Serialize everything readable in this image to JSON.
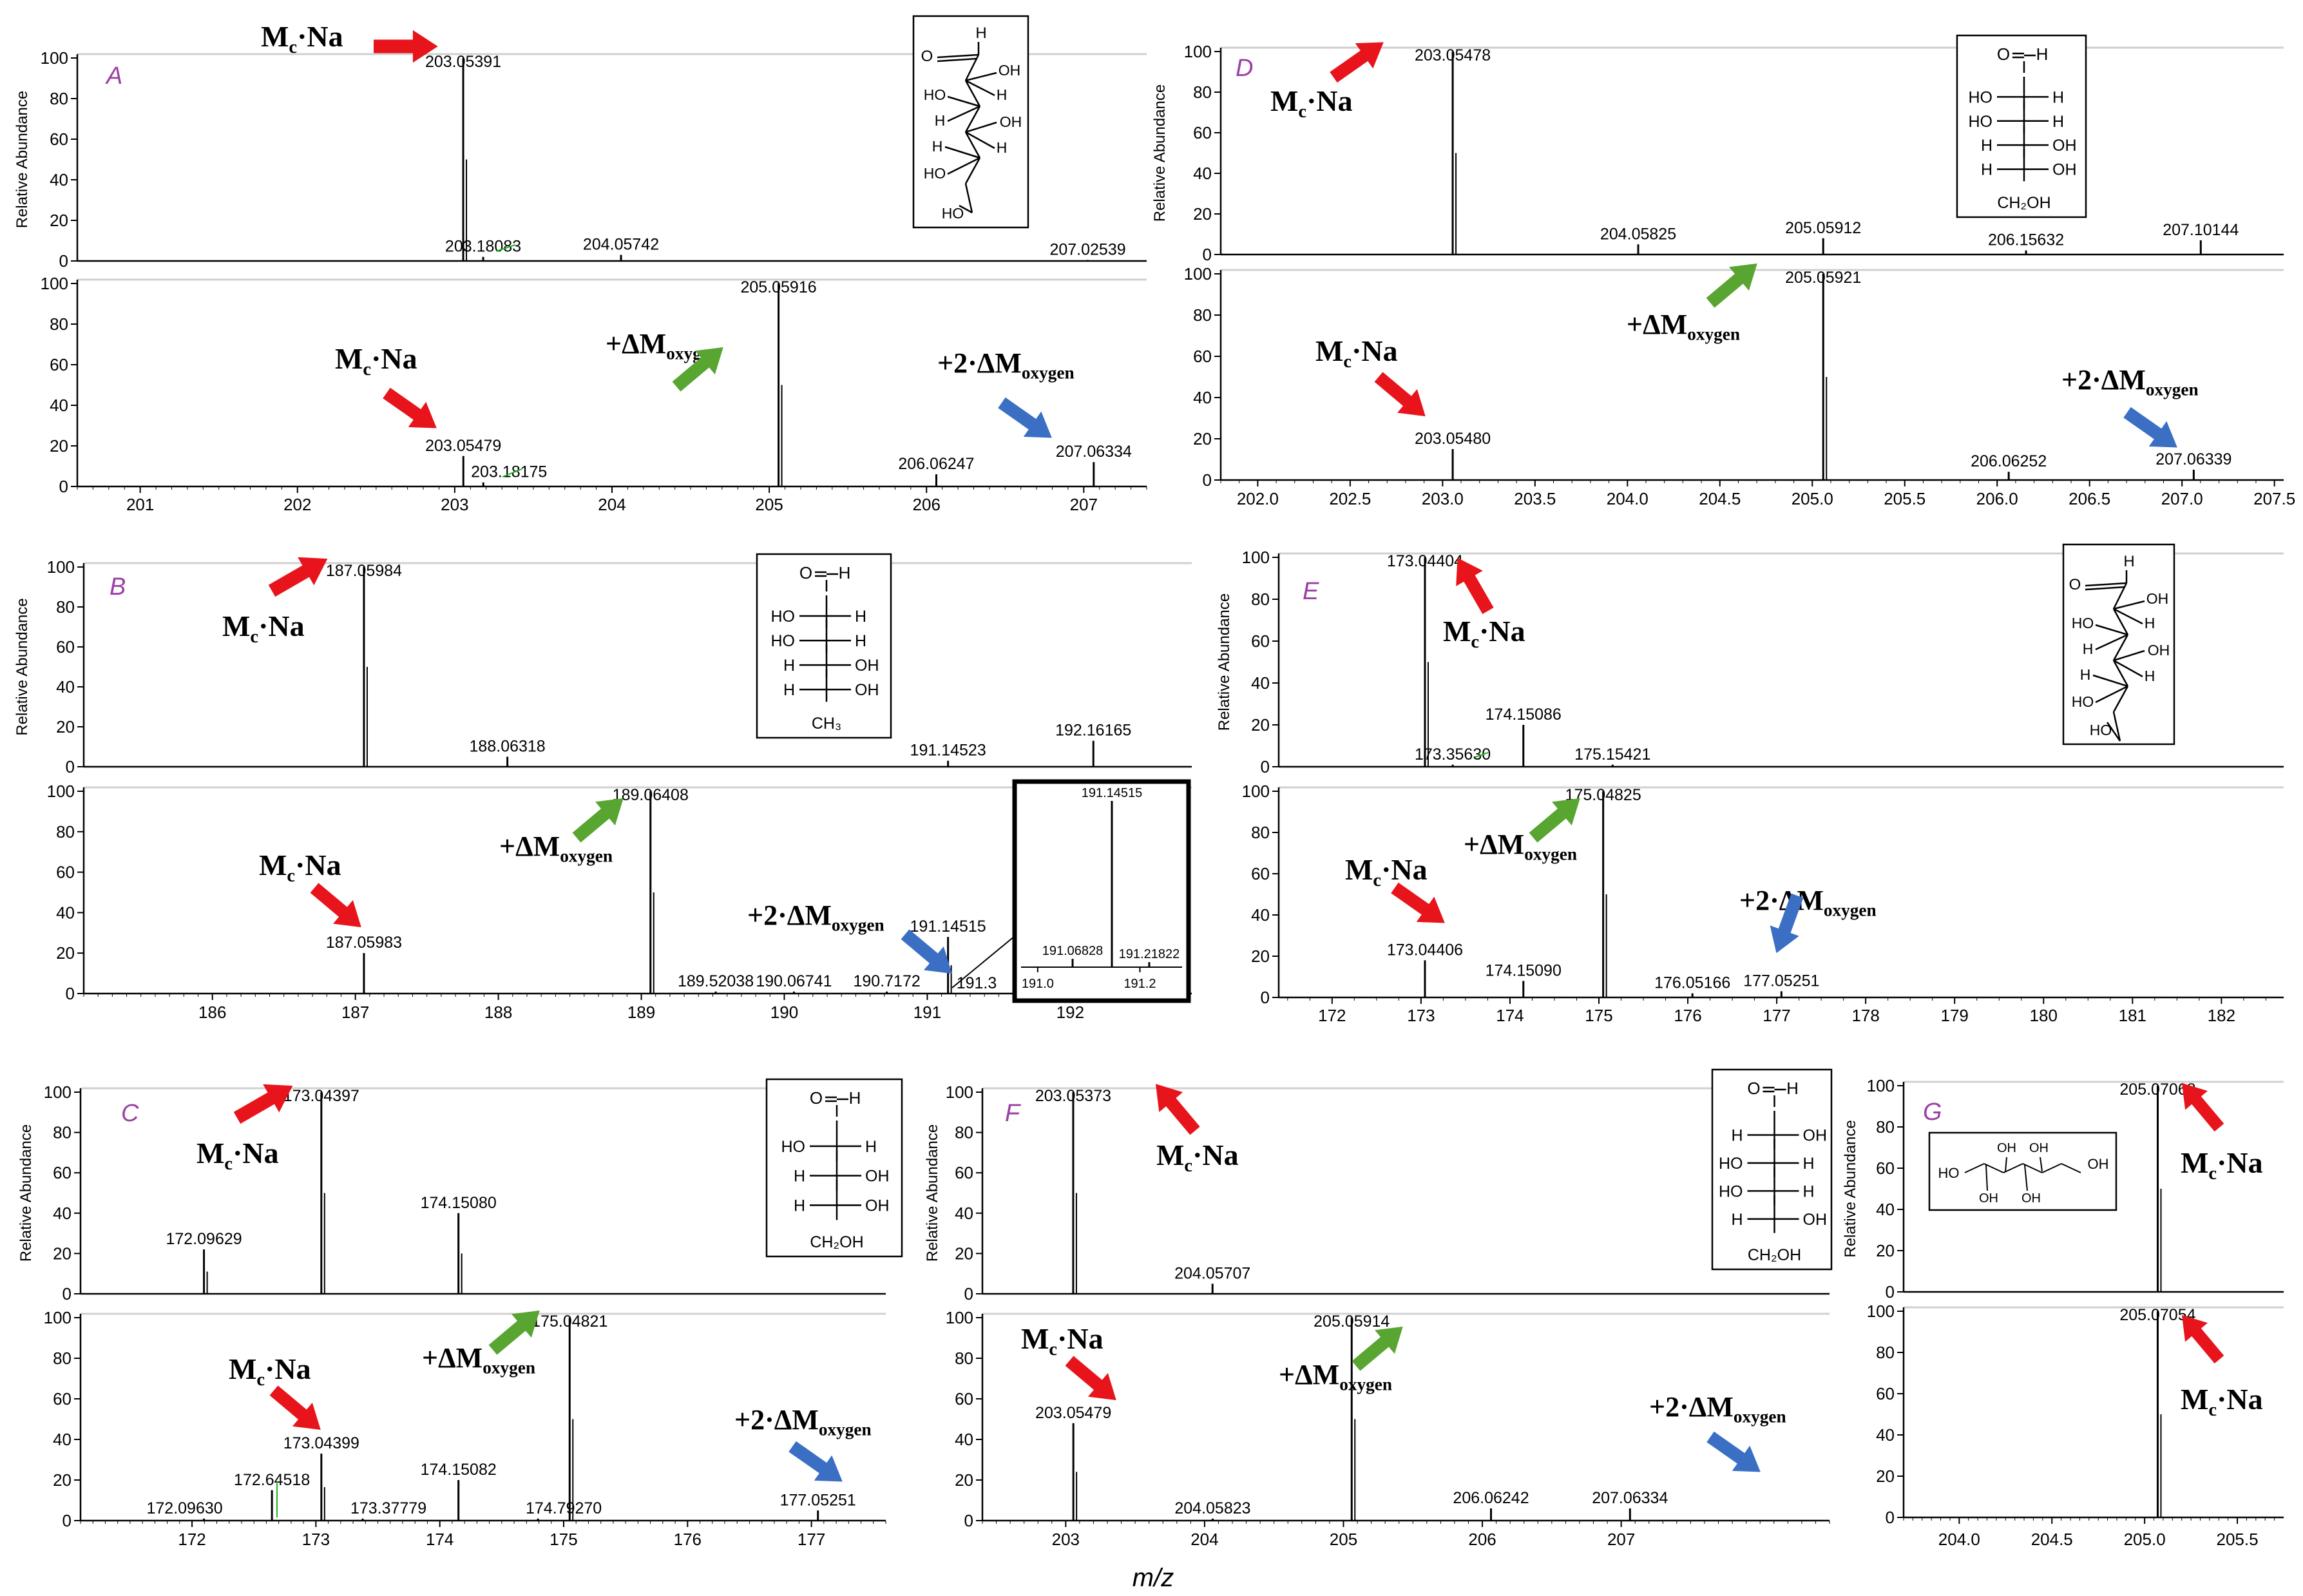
{
  "figure": {
    "x_axis_label": "m/z",
    "y_axis_label": "Relative Abundance"
  },
  "colors": {
    "red_arrow": "#e8141c",
    "green_arrow": "#58a531",
    "blue_arrow": "#3b6fc4",
    "panel_letter": "#9b3fa5",
    "trace": "#000000",
    "baseline_noise": "#22b422"
  },
  "structures": {
    "A": "acyclic aldohexose (zigzag projection)",
    "B": "6-deoxy aldohexose (Fischer projection, CH3 terminus)",
    "C": "aldopentose (Fischer projection)",
    "D": "aldohexose (Fischer projection)",
    "E": "5-deoxy-like aldohexose (zigzag projection)",
    "F": "aldopentose (Fischer projection)",
    "G": "hexitol (zigzag projection)"
  },
  "chart_data": [
    {
      "type": "bar",
      "panel": "A",
      "x": [
        203.05391,
        203.18083,
        204.05742,
        207.02539
      ],
      "values": [
        100,
        2,
        3,
        0.5
      ],
      "peak_labels": [
        "203.05391",
        "203.18083",
        "204.05742",
        "207.02539"
      ],
      "annotations": [
        "Mc·Na"
      ],
      "xlim": [
        200.6,
        207.4
      ],
      "ylim": [
        0,
        100
      ],
      "yticks": [
        0,
        20,
        40,
        60,
        80,
        100
      ]
    },
    {
      "type": "bar",
      "panel": "A-oxygenated",
      "x": [
        203.05479,
        203.18175,
        205.05916,
        206.06247,
        207.06334
      ],
      "values": [
        15,
        2,
        100,
        6,
        12
      ],
      "peak_labels": [
        "203.05479",
        "203.18175",
        "205.05916",
        "206.06247",
        "207.06334"
      ],
      "annotations": [
        "Mc·Na",
        "+ΔMoxygen",
        "+2·ΔMoxygen"
      ],
      "xlim": [
        200.6,
        207.4
      ],
      "ylim": [
        0,
        100
      ],
      "xticks": [
        "201",
        "202",
        "203",
        "204",
        "205",
        "206",
        "207"
      ],
      "yticks": [
        0,
        20,
        40,
        60,
        80,
        100
      ]
    },
    {
      "type": "bar",
      "panel": "D",
      "x": [
        203.05478,
        204.05825,
        205.05912,
        206.15632,
        207.10144
      ],
      "values": [
        100,
        5,
        8,
        2,
        7
      ],
      "peak_labels": [
        "203.05478",
        "204.05825",
        "205.05912",
        "206.15632",
        "207.10144"
      ],
      "annotations": [
        "Mc·Na"
      ],
      "xlim": [
        201.8,
        207.55
      ],
      "ylim": [
        0,
        100
      ],
      "yticks": [
        0,
        20,
        40,
        60,
        80,
        100
      ]
    },
    {
      "type": "bar",
      "panel": "D-oxygenated",
      "x": [
        203.0548,
        205.05921,
        206.06252,
        207.06339
      ],
      "values": [
        15,
        100,
        4,
        5
      ],
      "peak_labels": [
        "203.05480",
        "205.05921",
        "206.06252",
        "207.06339"
      ],
      "annotations": [
        "Mc·Na",
        "+ΔMoxygen",
        "+2·ΔMoxygen"
      ],
      "xlim": [
        201.8,
        207.55
      ],
      "ylim": [
        0,
        100
      ],
      "xticks": [
        "202.0",
        "202.5",
        "203.0",
        "203.5",
        "204.0",
        "204.5",
        "205.0",
        "205.5",
        "206.0",
        "206.5",
        "207.0",
        "207.5"
      ],
      "yticks": [
        0,
        20,
        40,
        60,
        80,
        100
      ]
    },
    {
      "type": "bar",
      "panel": "B",
      "x": [
        187.05984,
        188.06318,
        191.14523,
        192.16165
      ],
      "values": [
        100,
        5,
        3,
        13
      ],
      "peak_labels": [
        "187.05984",
        "188.06318",
        "191.14523",
        "192.16165"
      ],
      "annotations": [
        "Mc·Na"
      ],
      "xlim": [
        185.1,
        192.85
      ],
      "ylim": [
        0,
        100
      ],
      "yticks": [
        0,
        20,
        40,
        60,
        80,
        100
      ]
    },
    {
      "type": "bar",
      "panel": "B-oxygenated",
      "x": [
        187.05983,
        189.06408,
        189.52038,
        190.06741,
        190.7172,
        191.14515
      ],
      "values": [
        20,
        100,
        1,
        1,
        1,
        28
      ],
      "peak_labels": [
        "187.05983",
        "189.06408",
        "189.52038",
        "190.06741",
        "190.7172",
        "191.14515",
        "191.3"
      ],
      "annotations": [
        "Mc·Na",
        "+ΔMoxygen",
        "+2·ΔMoxygen"
      ],
      "xlim": [
        185.1,
        192.85
      ],
      "ylim": [
        0,
        100
      ],
      "xticks": [
        "186",
        "187",
        "188",
        "189",
        "190",
        "191",
        "192"
      ],
      "yticks": [
        0,
        20,
        40,
        60,
        80,
        100
      ],
      "inset": {
        "x": [
          191.06828,
          191.14515,
          191.21822
        ],
        "values": [
          5,
          100,
          3
        ],
        "peak_labels": [
          "191.06828",
          "191.14515",
          "191.21822"
        ],
        "xticks": [
          "191.0",
          "191.2"
        ]
      }
    },
    {
      "type": "bar",
      "panel": "E",
      "x": [
        173.04404,
        173.3563,
        174.15086,
        175.15421
      ],
      "values": [
        100,
        1,
        20,
        1
      ],
      "peak_labels": [
        "173.04404",
        "173.35630",
        "174.15086",
        "175.15421"
      ],
      "annotations": [
        "Mc·Na"
      ],
      "xlim": [
        171.4,
        182.7
      ],
      "ylim": [
        0,
        100
      ],
      "yticks": [
        0,
        20,
        40,
        60,
        80,
        100
      ]
    },
    {
      "type": "bar",
      "panel": "E-oxygenated",
      "x": [
        173.04406,
        174.1509,
        175.04825,
        176.05166,
        177.05251
      ],
      "values": [
        18,
        8,
        100,
        2,
        3
      ],
      "peak_labels": [
        "173.04406",
        "174.15090",
        "175.04825",
        "176.05166",
        "177.05251"
      ],
      "annotations": [
        "Mc·Na",
        "+ΔMoxygen",
        "+2·ΔMoxygen"
      ],
      "xlim": [
        171.4,
        182.7
      ],
      "ylim": [
        0,
        100
      ],
      "xticks": [
        "172",
        "173",
        "174",
        "175",
        "176",
        "177",
        "178",
        "179",
        "180",
        "181",
        "182"
      ],
      "yticks": [
        0,
        20,
        40,
        60,
        80,
        100
      ]
    },
    {
      "type": "bar",
      "panel": "C",
      "x": [
        172.09629,
        173.04397,
        174.1508
      ],
      "values": [
        22,
        100,
        40
      ],
      "peak_labels": [
        "172.09629",
        "173.04397",
        "174.15080"
      ],
      "annotations": [
        "Mc·Na"
      ],
      "xlim": [
        171.1,
        177.6
      ],
      "ylim": [
        0,
        100
      ],
      "yticks": [
        0,
        20,
        40,
        60,
        80,
        100
      ]
    },
    {
      "type": "bar",
      "panel": "C-oxygenated",
      "x": [
        172.0963,
        172.64518,
        173.04399,
        173.37779,
        174.15082,
        174.7927,
        175.04821,
        177.05251
      ],
      "values": [
        1,
        15,
        33,
        1,
        20,
        1,
        100,
        5
      ],
      "peak_labels": [
        "172.09630",
        "172.64518",
        "173.04399",
        "173.37779",
        "174.15082",
        "174.79270",
        "175.04821",
        "177.05251"
      ],
      "annotations": [
        "Mc·Na",
        "+ΔMoxygen",
        "+2·ΔMoxygen"
      ],
      "xlim": [
        171.1,
        177.6
      ],
      "ylim": [
        0,
        100
      ],
      "xticks": [
        "172",
        "173",
        "174",
        "175",
        "176",
        "177"
      ],
      "yticks": [
        0,
        20,
        40,
        60,
        80,
        100
      ]
    },
    {
      "type": "bar",
      "panel": "F",
      "x": [
        203.05373,
        204.05707
      ],
      "values": [
        100,
        5
      ],
      "peak_labels": [
        "203.05373",
        "204.05707"
      ],
      "annotations": [
        "Mc·Na"
      ],
      "xlim": [
        202.4,
        208.5
      ],
      "ylim": [
        0,
        100
      ],
      "yticks": [
        0,
        20,
        40,
        60,
        80,
        100
      ]
    },
    {
      "type": "bar",
      "panel": "F-oxygenated",
      "x": [
        203.05479,
        204.05823,
        205.05914,
        206.06242,
        207.06334
      ],
      "values": [
        48,
        1,
        100,
        6,
        6
      ],
      "peak_labels": [
        "203.05479",
        "204.05823",
        "205.05914",
        "206.06242",
        "207.06334"
      ],
      "annotations": [
        "Mc·Na",
        "+ΔMoxygen",
        "+2·ΔMoxygen"
      ],
      "xlim": [
        202.4,
        208.5
      ],
      "ylim": [
        0,
        100
      ],
      "xticks": [
        "203",
        "204",
        "205",
        "206",
        "207"
      ],
      "yticks": [
        0,
        20,
        40,
        60,
        80,
        100
      ]
    },
    {
      "type": "bar",
      "panel": "G",
      "x": [
        205.07068
      ],
      "values": [
        100
      ],
      "peak_labels": [
        "205.07068"
      ],
      "annotations": [
        "Mc·Na"
      ],
      "xlim": [
        203.7,
        205.75
      ],
      "ylim": [
        0,
        100
      ],
      "yticks": [
        0,
        20,
        40,
        60,
        80,
        100
      ]
    },
    {
      "type": "bar",
      "panel": "G-oxygenated",
      "x": [
        205.07054
      ],
      "values": [
        100
      ],
      "peak_labels": [
        "205.07054"
      ],
      "annotations": [
        "Mc·Na"
      ],
      "xlim": [
        203.7,
        205.75
      ],
      "ylim": [
        0,
        100
      ],
      "xticks": [
        "204.0",
        "204.5",
        "205.0",
        "205.5"
      ],
      "yticks": [
        0,
        20,
        40,
        60,
        80,
        100
      ]
    }
  ]
}
